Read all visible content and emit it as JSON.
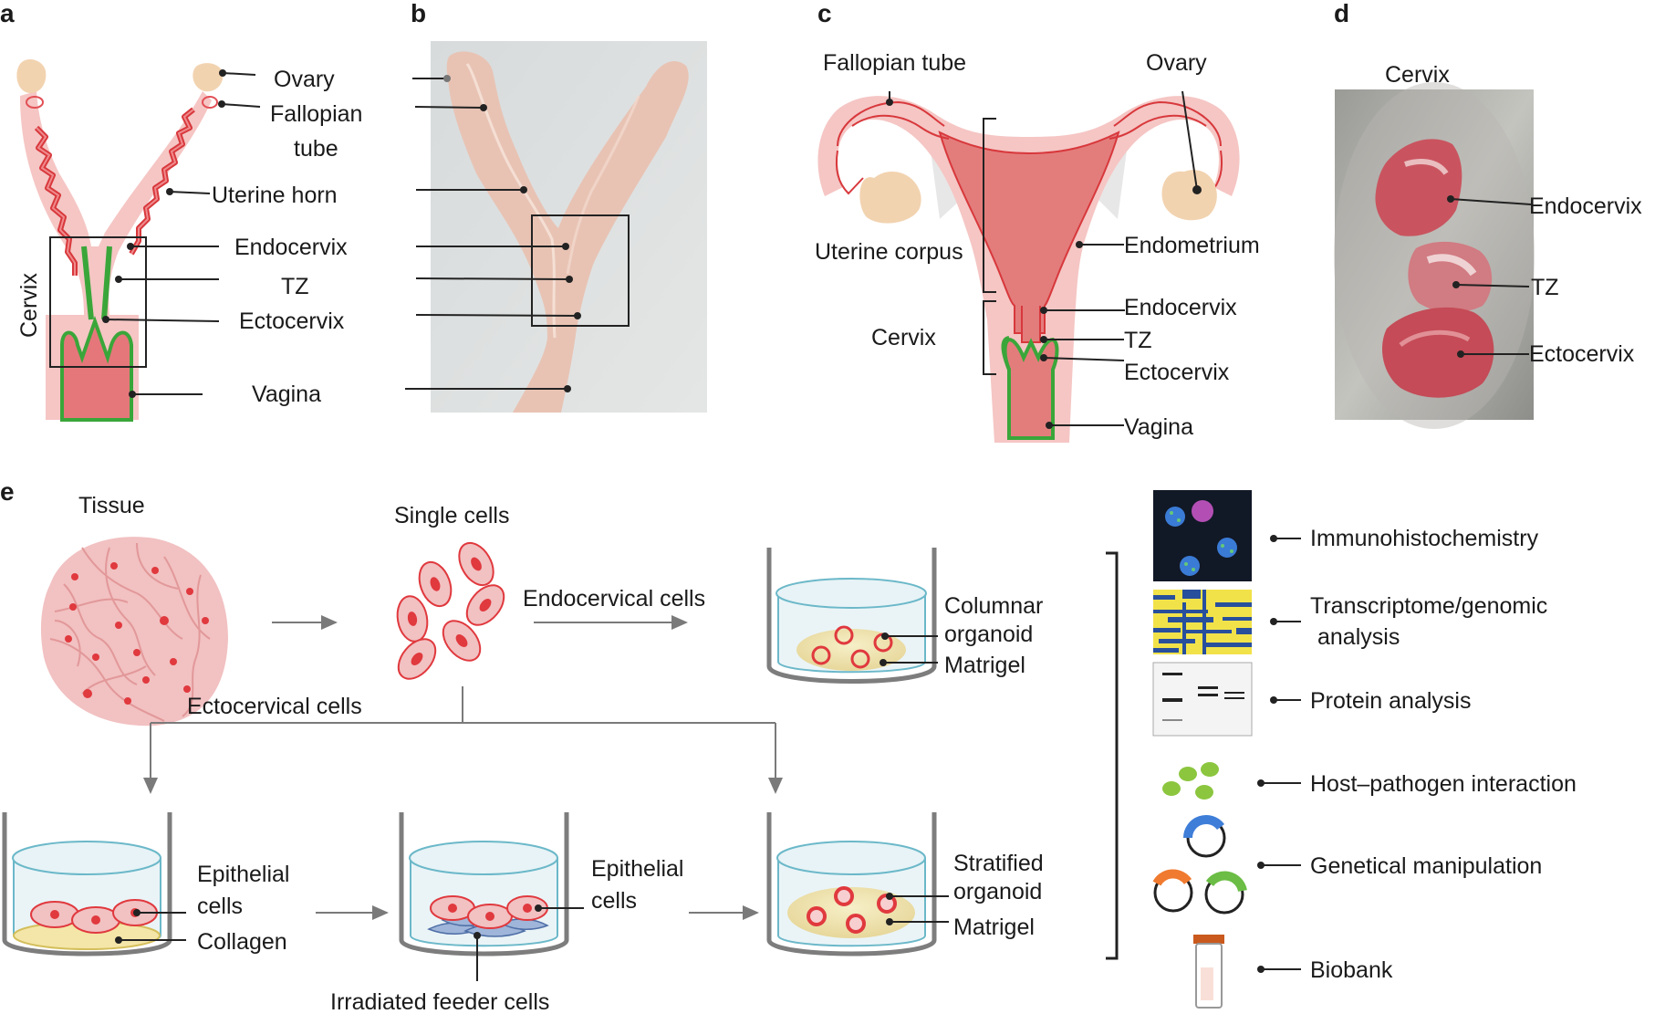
{
  "panels": {
    "a": "a",
    "b": "b",
    "c": "c",
    "d": "d",
    "e": "e"
  },
  "panel_a": {
    "ovary": "Ovary",
    "fallopian_1": "Fallopian",
    "fallopian_2": "tube",
    "uterine_horn": "Uterine horn",
    "endocervix": "Endocervix",
    "tz": "TZ",
    "ectocervix": "Ectocervix",
    "vagina": "Vagina",
    "cervix": "Cervix"
  },
  "panel_c": {
    "fallopian_tube": "Fallopian tube",
    "ovary": "Ovary",
    "uterine_corpus": "Uterine corpus",
    "endometrium": "Endometrium",
    "cervix": "Cervix",
    "endocervix": "Endocervix",
    "tz": "TZ",
    "ectocervix": "Ectocervix",
    "vagina": "Vagina"
  },
  "panel_d": {
    "title": "Cervix",
    "endocervix": "Endocervix",
    "tz": "TZ",
    "ectocervix": "Ectocervix"
  },
  "panel_e": {
    "tissue": "Tissue",
    "single_cells": "Single cells",
    "endocervical_cells": "Endocervical cells",
    "columnar_1": "Columnar",
    "columnar_2": "organoid",
    "matrigel_top": "Matrigel",
    "ectocervical_cells": "Ectocervical cells",
    "epithelial_left_1": "Epithelial",
    "epithelial_left_2": "cells",
    "collagen": "Collagen",
    "epithelial_mid_1": "Epithelial",
    "epithelial_mid_2": "cells",
    "feeder": "Irradiated feeder cells",
    "stratified_1": "Stratified",
    "stratified_2": "organoid",
    "matrigel_bottom": "Matrigel"
  },
  "applications": {
    "ihc": "Immunohistochemistry",
    "transcriptome_1": "Transcriptome/genomic",
    "transcriptome_2": "analysis",
    "protein": "Protein analysis",
    "host_pathogen": "Host–pathogen interaction",
    "genetic": "Genetical manipulation",
    "biobank": "Biobank"
  },
  "colors": {
    "tissue_pink": "#f3c3c3",
    "epithelium_red": "#e0393e",
    "ecto_green": "#3aa63a",
    "ovary_tan": "#f2d3b0",
    "dish_blue": "#6bb8c9",
    "matrigel": "#f1e6b0"
  }
}
